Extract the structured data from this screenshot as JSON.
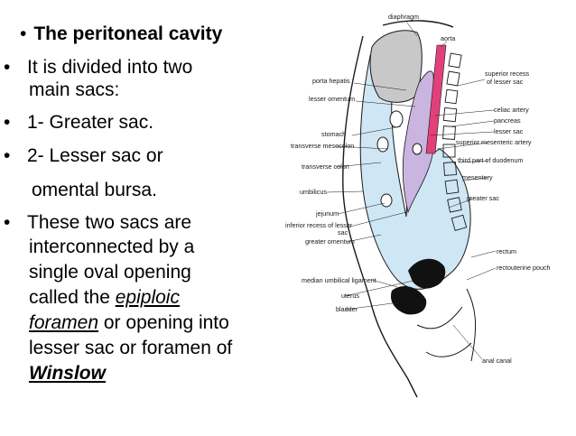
{
  "slide": {
    "title": "The peritoneal cavity",
    "bullet_1_line_1": "It is divided into two",
    "bullet_1_line_2": "main sacs:",
    "bullet_2": "1- Greater sac.",
    "bullet_3_line_1": "2- Lesser sac or",
    "bullet_3_line_2": "omental bursa.",
    "bullet_4_line_1": "These two sacs are",
    "bullet_4_line_2": "interconnected by a",
    "bullet_4_line_3": "single oval opening",
    "bullet_4_line_4_prefix": "called  the ",
    "bullet_4_line_4_term": "epiploic",
    "bullet_4_line_5_term": "foramen",
    "bullet_4_line_5_suffix": " or opening into",
    "bullet_4_line_6": "lesser sac or foramen of",
    "bullet_4_line_7": "Winslow"
  },
  "diagram": {
    "labels": {
      "diaphragm": "diaphragm",
      "aorta": "aorta",
      "superior_recess_1": "superior recess",
      "superior_recess_2": "of lesser sac",
      "porta_hepatis": "porta hepatis",
      "lesser_omentum": "lesser omentum",
      "celiac_artery": "celiac artery",
      "pancreas": "pancreas",
      "lesser_sac": "lesser sac",
      "stomach": "stomach",
      "superior_mesenteric_artery": "superior mesenteric artery",
      "transverse_mesocolon": "transverse mesocolon",
      "third_part_duodenum": "third part of duodenum",
      "transverse_colon": "transverse colon",
      "mesentery": "mesentery",
      "greater_sac": "greater sac",
      "umbilicus": "umbilicus",
      "jejunum": "jejunum",
      "inferior_recess_1": "inferior recess of lesser",
      "inferior_recess_2": "sac",
      "greater_omentum": "greater omentum",
      "rectum": "rectum",
      "rectouterine_pouch": "rectouterine pouch",
      "median_umbilical_ligament": "median umbilical ligament",
      "uterus": "uterus",
      "bladder": "bladder",
      "anal_canal": "anal canal"
    },
    "colors": {
      "greater_sac": "#cfe7f5",
      "lesser_sac": "#c9b5e0",
      "aorta": "#e2407a",
      "liver": "#c8c8c8",
      "outline": "#1a1a1a"
    }
  }
}
